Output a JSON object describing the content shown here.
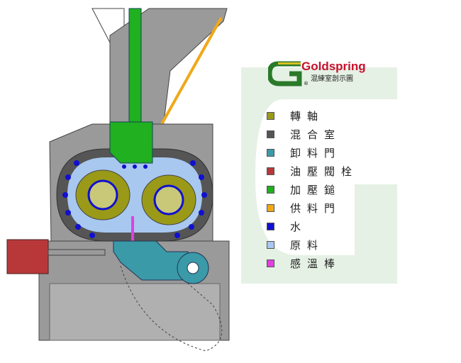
{
  "logo": {
    "brand": "Goldspring",
    "subtitle": "混練室剖示圖",
    "registered": "®"
  },
  "legend": [
    {
      "label": "轉軸",
      "color": "#9a9a18"
    },
    {
      "label": "混合室",
      "color": "#555555"
    },
    {
      "label": "卸料門",
      "color": "#3a9aa8"
    },
    {
      "label": "油壓閥栓",
      "color": "#b8383a"
    },
    {
      "label": "加壓鎚",
      "color": "#20b020"
    },
    {
      "label": "供料門",
      "color": "#f0a818"
    },
    {
      "label": "水",
      "color": "#1010d0"
    },
    {
      "label": "原料",
      "color": "#a8c8f0"
    },
    {
      "label": "感溫棒",
      "color": "#e040e0"
    }
  ]
}
